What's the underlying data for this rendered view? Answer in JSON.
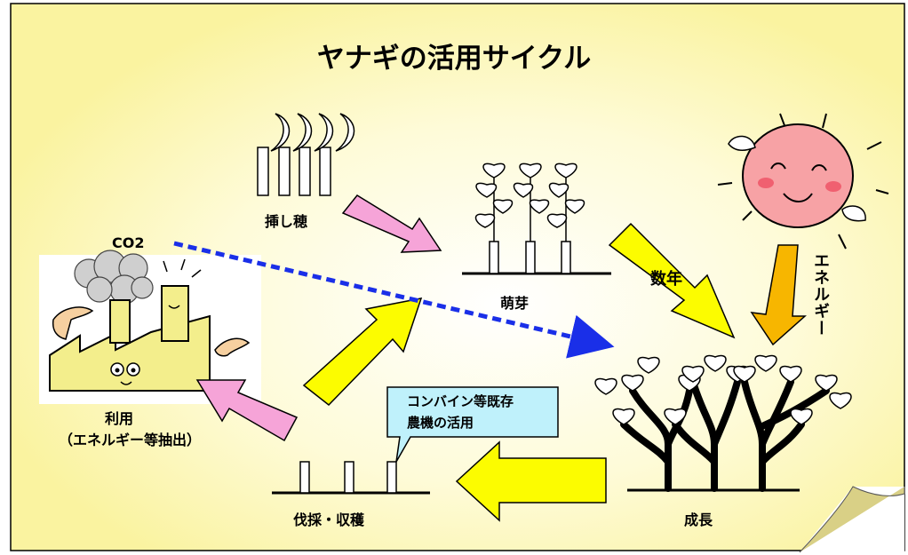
{
  "title": "ヤナギの活用サイクル",
  "labels": {
    "cutting": "挿し穂",
    "sprouting": "萌芽",
    "growth": "成長",
    "harvest": "伐採・収穫",
    "co2": "CO2",
    "use_line1": "利用",
    "use_line2": "（エネルギー等抽出）",
    "years": "数年",
    "energy": "エネルギー"
  },
  "callout": {
    "line1": "コンバイン等既存",
    "line2": "農機の活用"
  },
  "colors": {
    "background": "#fdf9b6",
    "pink_arrow": "#f6a4d8",
    "yellow_arrow": "#fcfc00",
    "orange_arrow": "#f7b600",
    "co2_line": "#1a2fe8",
    "callout_fill": "#bff1fb",
    "sun": "#f7a2a5",
    "factory": "#f3ee8c",
    "smoke": "#cfcfcf"
  }
}
